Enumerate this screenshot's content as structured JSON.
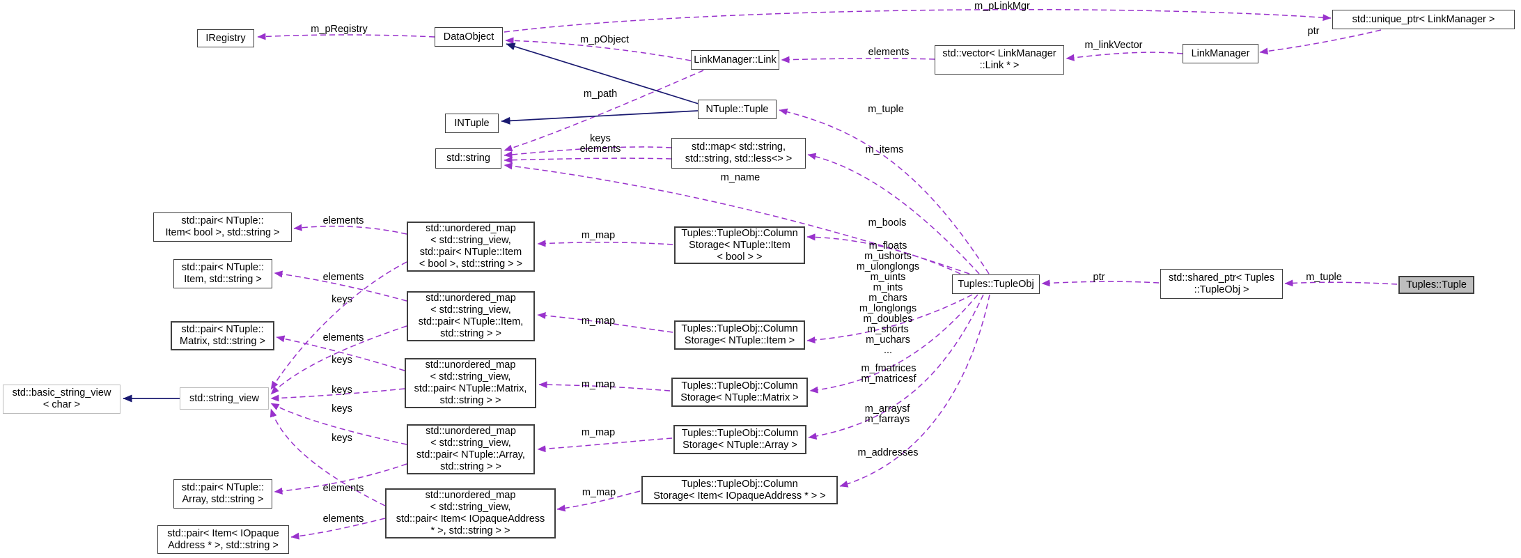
{
  "colors": {
    "edge_dashed": "#9932cc",
    "edge_solid": "#191970",
    "node_border": "#3f3f3f",
    "node_background": "#ffffff",
    "external_node_border": "#bcbcbc",
    "selected_node_background": "#bebebe"
  },
  "nodes": {
    "iregistry": {
      "label": "IRegistry"
    },
    "dataobject": {
      "label": "DataObject"
    },
    "linkmanager_link": {
      "label": "LinkManager::Link"
    },
    "vector_link": {
      "label": "std::vector< LinkManager\n::Link * >"
    },
    "linkmanager": {
      "label": "LinkManager"
    },
    "unique_ptr": {
      "label": "std::unique_ptr< LinkManager >"
    },
    "intuple": {
      "label": "INTuple"
    },
    "ntuple_tuple": {
      "label": "NTuple::Tuple"
    },
    "std_string": {
      "label": "std::string"
    },
    "std_map": {
      "label": "std::map< std::string,\nstd::string, std::less<> >"
    },
    "tupleobj": {
      "label": "Tuples::TupleObj"
    },
    "shared_ptr": {
      "label": "std::shared_ptr< Tuples\n::TupleObj >"
    },
    "tuples_tuple": {
      "label": "Tuples::Tuple"
    },
    "pair_item_bool": {
      "label": "std::pair< NTuple::\nItem< bool >, std::string >"
    },
    "pair_item": {
      "label": "std::pair< NTuple::\nItem, std::string >"
    },
    "pair_matrix": {
      "label": "std::pair< NTuple::\nMatrix, std::string >"
    },
    "basic_string_view": {
      "label": "std::basic_string_view\n< char >"
    },
    "string_view": {
      "label": "std::string_view"
    },
    "pair_array": {
      "label": "std::pair< NTuple::\nArray, std::string >"
    },
    "pair_iopaque": {
      "label": "std::pair< Item< IOpaque\nAddress * >, std::string >"
    },
    "um_bool": {
      "label": "std::unordered_map\n< std::string_view,\nstd::pair< NTuple::Item\n< bool >, std::string > >"
    },
    "um_item": {
      "label": "std::unordered_map\n< std::string_view,\nstd::pair< NTuple::Item,\nstd::string > >"
    },
    "um_matrix": {
      "label": "std::unordered_map\n< std::string_view,\nstd::pair< NTuple::Matrix,\nstd::string > >"
    },
    "um_array": {
      "label": "std::unordered_map\n< std::string_view,\nstd::pair< NTuple::Array,\nstd::string > >"
    },
    "um_iopaque": {
      "label": "std::unordered_map\n< std::string_view,\nstd::pair< Item< IOpaqueAddress\n* >, std::string > >"
    },
    "cs_bool": {
      "label": "Tuples::TupleObj::Column\nStorage< NTuple::Item\n< bool > >"
    },
    "cs_item": {
      "label": "Tuples::TupleObj::Column\nStorage< NTuple::Item >"
    },
    "cs_matrix": {
      "label": "Tuples::TupleObj::Column\nStorage< NTuple::Matrix >"
    },
    "cs_array": {
      "label": "Tuples::TupleObj::Column\nStorage< NTuple::Array >"
    },
    "cs_iopaque": {
      "label": "Tuples::TupleObj::Column\nStorage< Item< IOpaqueAddress * > >"
    }
  },
  "edge_labels": {
    "m_pRegistry": "m_pRegistry",
    "m_pLinkMgr": "m_pLinkMgr",
    "m_pObject": "m_pObject",
    "m_linkVector": "m_linkVector",
    "ptr": "ptr",
    "elements": "elements",
    "keys": "keys",
    "keys_elements_stack": "keys\nelements",
    "m_path": "m_path",
    "m_tuple": "m_tuple",
    "m_items": "m_items",
    "m_name": "m_name",
    "m_bools": "m_bools",
    "scalar_members": "m_floats\nm_ushorts\nm_ulonglongs\nm_uints\nm_ints\nm_chars\nm_longlongs\nm_doubles\nm_shorts\nm_uchars\n...",
    "m_map": "m_map",
    "m_fmatrices_matricesf": "m_fmatrices\nm_matricesf",
    "m_arraysf_farrays": "m_arraysf\nm_farrays",
    "m_addresses": "m_addresses"
  }
}
